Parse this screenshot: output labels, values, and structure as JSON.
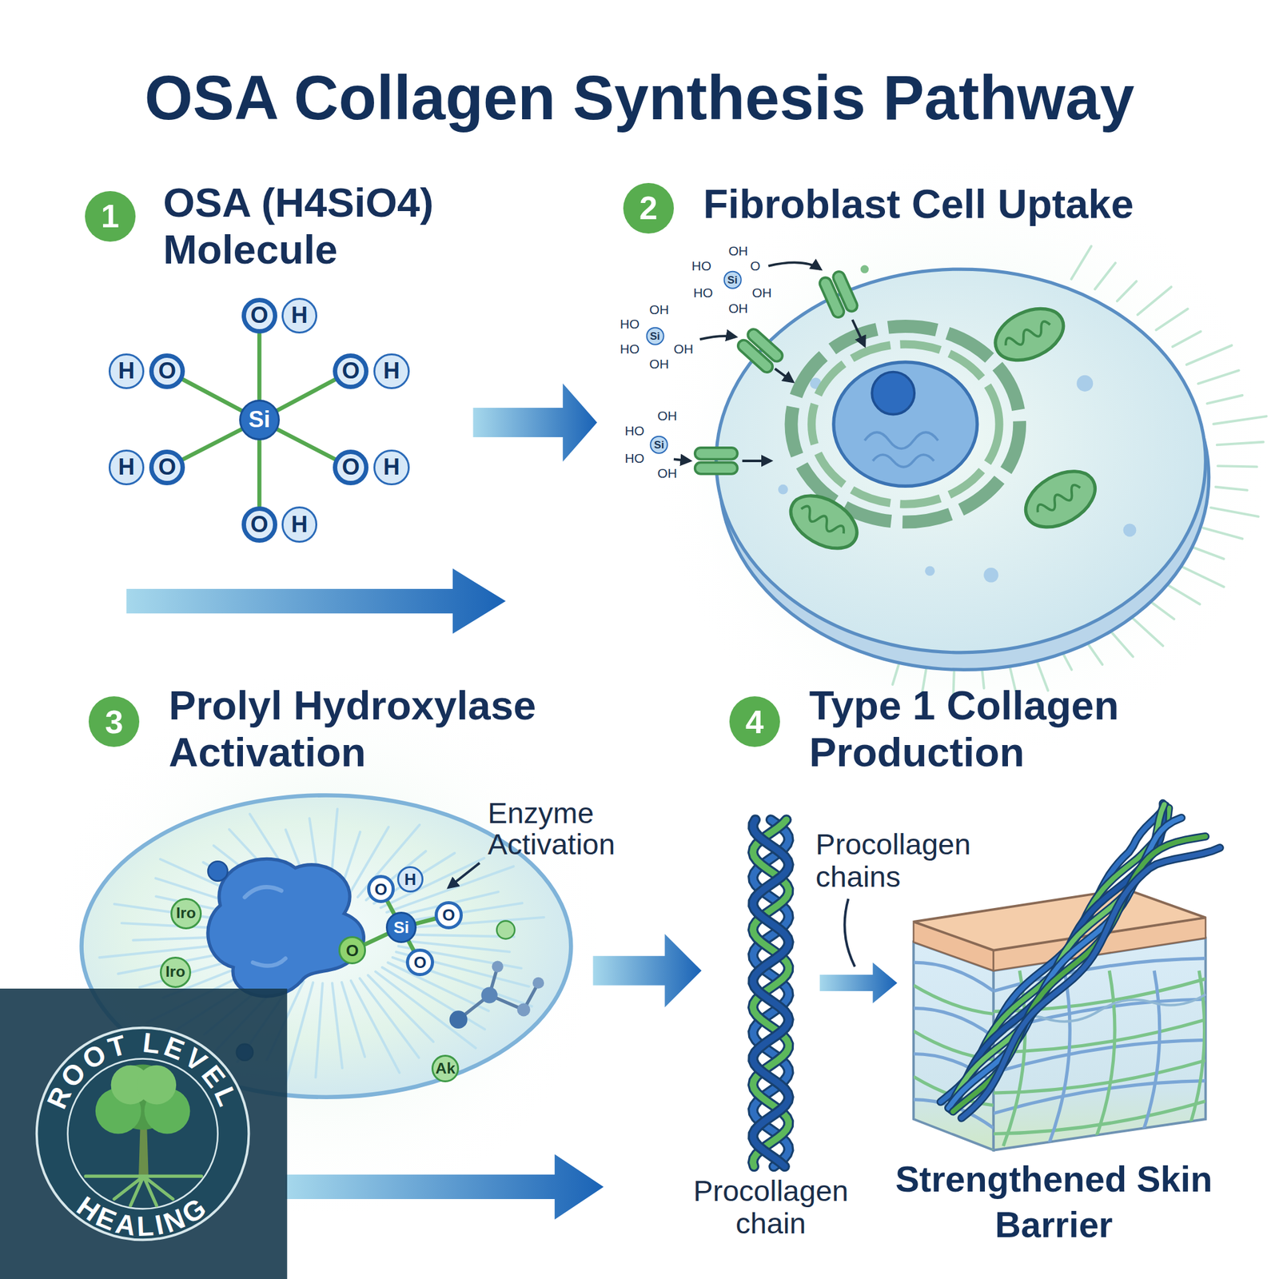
{
  "diagram": {
    "title": "OSA Collagen Synthesis Pathway",
    "nodes": [
      {
        "text": [
          "1",
          "OSA (H4SiO4) Molecule"
        ]
      },
      {
        "text": [
          "O"
        ]
      },
      {
        "text": [
          "H"
        ]
      },
      {
        "text": [
          "H"
        ]
      },
      {
        "text": [
          "O"
        ]
      },
      {
        "text": [
          "O"
        ]
      },
      {
        "text": [
          "H"
        ]
      },
      {
        "text": [
          "Si"
        ]
      },
      {
        "text": [
          "H"
        ]
      },
      {
        "text": [
          "O"
        ]
      },
      {
        "text": [
          "O"
        ]
      },
      {
        "text": [
          "H"
        ]
      },
      {
        "text": [
          "O"
        ]
      },
      {
        "text": [
          "H"
        ]
      },
      {
        "text": [
          "2",
          "Fibroblast Cell Uptake"
        ]
      },
      {
        "text": [
          "3",
          "Prolyl Hydroxylase Activation"
        ]
      },
      {
        "text": [
          "4",
          "Type 1 Collagen Production"
        ]
      },
      {
        "text": [
          "O"
        ]
      },
      {
        "text": [
          "H"
        ]
      },
      {
        "text": [
          "Iro"
        ]
      },
      {
        "text": [
          "O"
        ]
      },
      {
        "text": [
          "Si"
        ]
      },
      {
        "text": [
          "O"
        ]
      },
      {
        "text": [
          "O"
        ]
      },
      {
        "text": [
          "Iro"
        ]
      },
      {
        "text": [
          "Ak"
        ]
      }
    ],
    "edges": [
      {
        "from": 7,
        "to": 1,
        "arrow": "none"
      },
      {
        "from": 7,
        "to": 4,
        "arrow": "none"
      },
      {
        "from": 7,
        "to": 5,
        "arrow": "none"
      },
      {
        "from": 7,
        "to": 9,
        "arrow": "none"
      },
      {
        "from": 7,
        "to": 10,
        "arrow": "none"
      },
      {
        "from": 7,
        "to": 12,
        "arrow": "none"
      },
      {
        "from": 21,
        "to": 17,
        "arrow": "none"
      },
      {
        "from": 21,
        "to": 20,
        "arrow": "none"
      },
      {
        "from": 21,
        "to": 22,
        "arrow": "none"
      },
      {
        "from": 21,
        "to": 23,
        "arrow": "none"
      }
    ],
    "labels": [
      "OH",
      "HO",
      "O",
      "Si",
      "HO",
      "OH",
      "OH",
      "OH",
      "HO",
      "Si",
      "HO",
      "OH",
      "OH",
      "OH",
      "HO",
      "Si",
      "HO",
      "OH",
      "Enzyme Activation",
      "Procollagen chains",
      "Procollagen chain",
      "Strengthened Skin Barrier",
      "ROOT LEVEL",
      "HEALING"
    ]
  }
}
